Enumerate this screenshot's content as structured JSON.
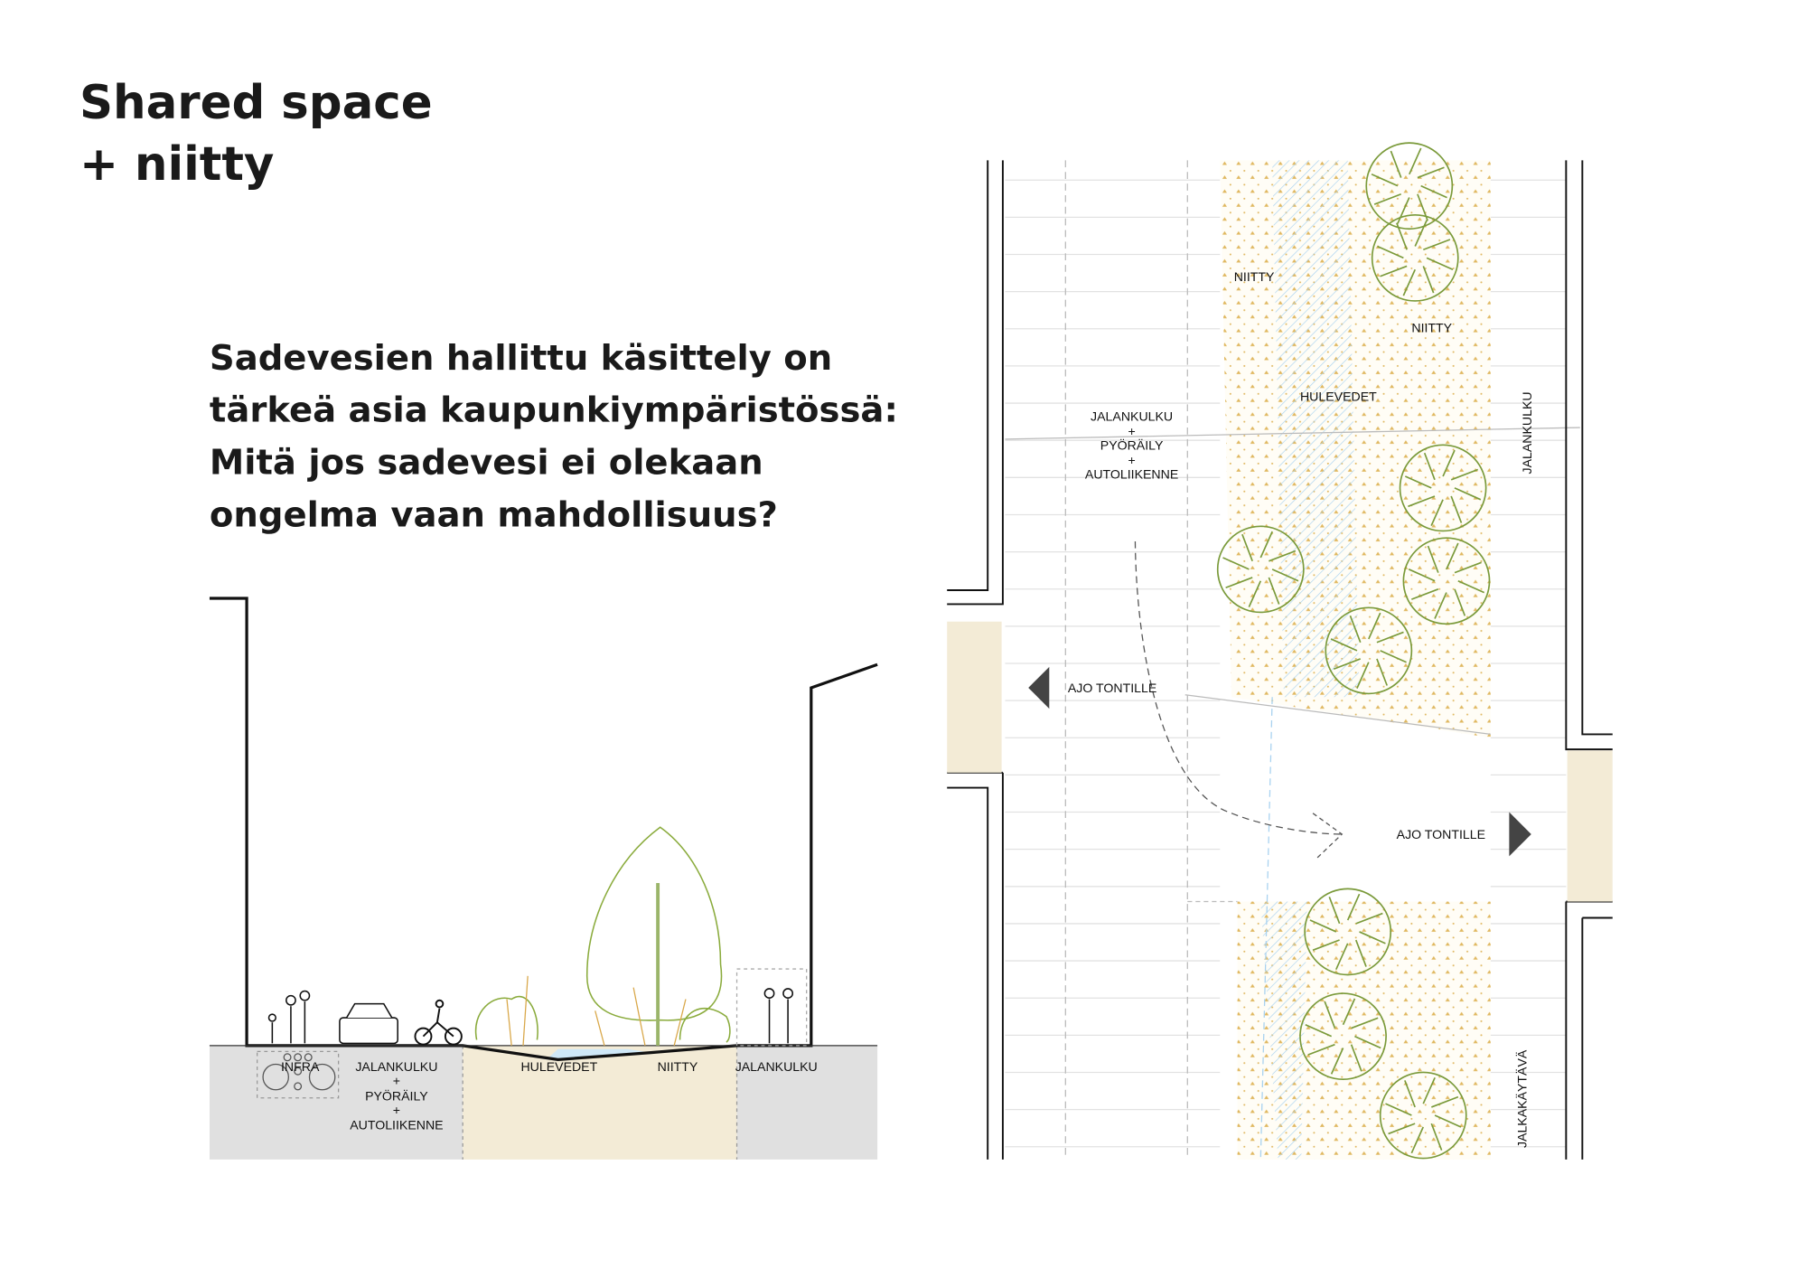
{
  "title": {
    "line1": "Shared space",
    "line2": "+ niitty"
  },
  "intro": {
    "lines": [
      "Sadevesien hallittu käsittely on",
      "tärkeä asia kaupunkiympäristössä:",
      "Mitä jos sadevesi ei olekaan",
      "ongelma vaan mahdollisuus?"
    ]
  },
  "section": {
    "infra": "INFRA",
    "shared": [
      "JALANKULKU",
      "+",
      "PYÖRÄILY",
      "+",
      "AUTOLIIKENNE"
    ],
    "hulevedet": "HULEVEDET",
    "niitty": "NIITTY",
    "jalankulku": "JALANKULKU"
  },
  "plan": {
    "niitty_1": "NIITTY",
    "niitty_2": "NIITTY",
    "hulevedet": "HULEVEDET",
    "shared": [
      "JALANKULKU",
      "+",
      "PYÖRÄILY",
      "+",
      "AUTOLIIKENNE"
    ],
    "jalankulku": "JALANKULKU",
    "jalkakaytava": "JALKAKÄYTÄVÄ",
    "ajo_left": "AJO TONTILLE",
    "ajo_right": "AJO TONTILLE"
  },
  "colors": {
    "ground": "#e0e0e0",
    "beige": "#f3ebd6",
    "tree": "#7a9a3a",
    "water": "#a8d2f0",
    "grass": "#d9a84a"
  }
}
